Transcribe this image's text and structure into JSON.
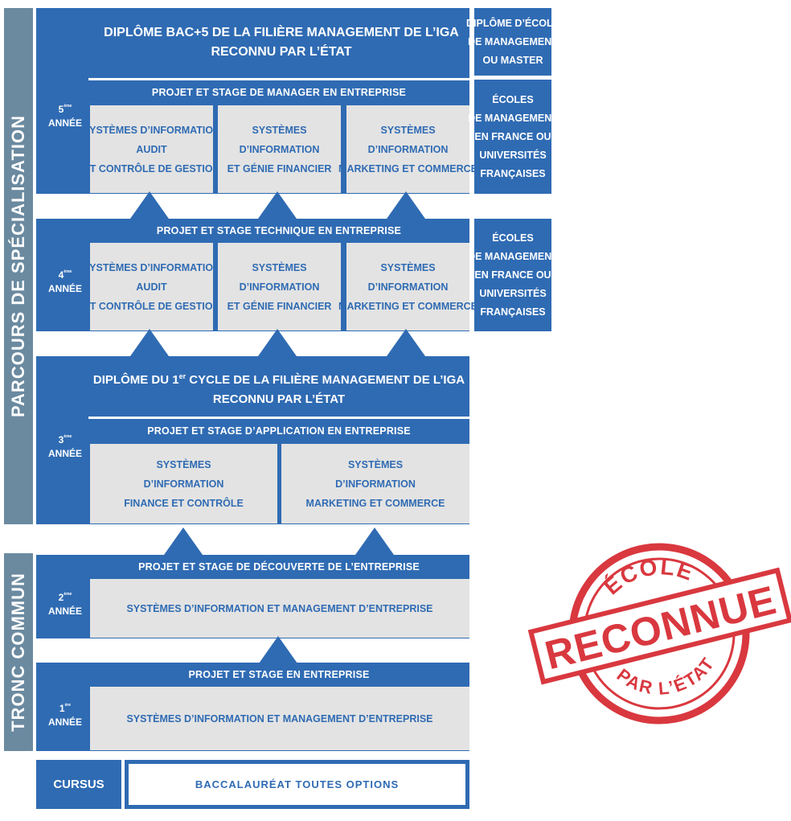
{
  "side": {
    "specialisation": "PARCOURS DE SPÉCIALISATION",
    "tronc": "TRONC COMMUN"
  },
  "y5": {
    "title_line1": "DIPLÔME BAC+5 DE LA FILIÈRE MANAGEMENT DE L’IGA",
    "title_line2": "RECONNU PAR L’ÉTAT",
    "year_num": "5",
    "year_sup": "ème",
    "year_word": "ANNÉE",
    "bar": "PROJET ET STAGE DE MANAGER EN ENTREPRISE",
    "cells": [
      {
        "l1": "SYSTÈMES D’INFORMATION",
        "l2": "AUDIT",
        "l3": "ET CONTRÔLE DE GESTION"
      },
      {
        "l1": "SYSTÈMES",
        "l2": "D’INFORMATION",
        "l3": "ET GÉNIE FINANCIER"
      },
      {
        "l1": "SYSTÈMES",
        "l2": "D’INFORMATION",
        "l3": "MARKETING ET COMMERCE"
      }
    ]
  },
  "y4": {
    "year_num": "4",
    "year_sup": "ème",
    "year_word": "ANNÉE",
    "bar": "PROJET ET STAGE TECHNIQUE EN ENTREPRISE",
    "cells": [
      {
        "l1": "SYSTÈMES D’INFORMATION",
        "l2": "AUDIT",
        "l3": "ET CONTRÔLE DE GESTION"
      },
      {
        "l1": "SYSTÈMES",
        "l2": "D’INFORMATION",
        "l3": "ET GÉNIE FINANCIER"
      },
      {
        "l1": "SYSTÈMES",
        "l2": "D’INFORMATION",
        "l3": "MARKETING ET COMMERCE"
      }
    ]
  },
  "y3": {
    "title_pre": "DIPLÔME DU 1",
    "title_sup": "er",
    "title_post": " CYCLE DE LA FILIÈRE MANAGEMENT DE L’IGA",
    "title_line2": "RECONNU PAR L’ÉTAT",
    "year_num": "3",
    "year_sup": "ème",
    "year_word": "ANNÉE",
    "bar": "PROJET ET STAGE D’APPLICATION EN ENTREPRISE",
    "cells": [
      {
        "l1": "SYSTÈMES",
        "l2": "D’INFORMATION",
        "l3": "FINANCE ET CONTRÔLE"
      },
      {
        "l1": "SYSTÈMES",
        "l2": "D’INFORMATION",
        "l3": "MARKETING ET COMMERCE"
      }
    ]
  },
  "y2": {
    "year_num": "2",
    "year_sup": "ème",
    "year_word": "ANNÉE",
    "bar": "PROJET ET STAGE DE DÉCOUVERTE DE L’ENTREPRISE",
    "cell": "SYSTÈMES D’INFORMATION ET MANAGEMENT D’ENTREPRISE"
  },
  "y1": {
    "year_num": "1",
    "year_sup": "ère",
    "year_word": "ANNÉE",
    "bar": "PROJET ET STAGE EN ENTREPRISE",
    "cell": "SYSTÈMES D’INFORMATION ET MANAGEMENT D’ENTREPRISE"
  },
  "right": {
    "diplome": {
      "l1": "DIPLÔME D’ÉCOLE",
      "l2": "DE MANAGEMENT",
      "l3": "OU MASTER"
    },
    "ecoles5": {
      "l1": "ÉCOLES",
      "l2": "DE MANAGEMENT",
      "l3": "EN FRANCE OU",
      "l4": "UNIVERSITÉS",
      "l5": "FRANÇAISES"
    },
    "ecoles4": {
      "l1": "ÉCOLES",
      "l2": "DE MANAGEMENT",
      "l3": "EN FRANCE OU",
      "l4": "UNIVERSITÉS",
      "l5": "FRANÇAISES"
    }
  },
  "cursus": {
    "label": "CURSUS",
    "value": "BACCALAURÉAT TOUTES OPTIONS"
  },
  "stamp": {
    "top": "ÉCOLE",
    "middle": "RECONNUE",
    "bottom": "PAR L’ÉTAT"
  },
  "colors": {
    "blue": "#2f6bb3",
    "gray": "#e3e3e3",
    "side": "#6b8aa0",
    "stamp_red": "#d9383f"
  }
}
